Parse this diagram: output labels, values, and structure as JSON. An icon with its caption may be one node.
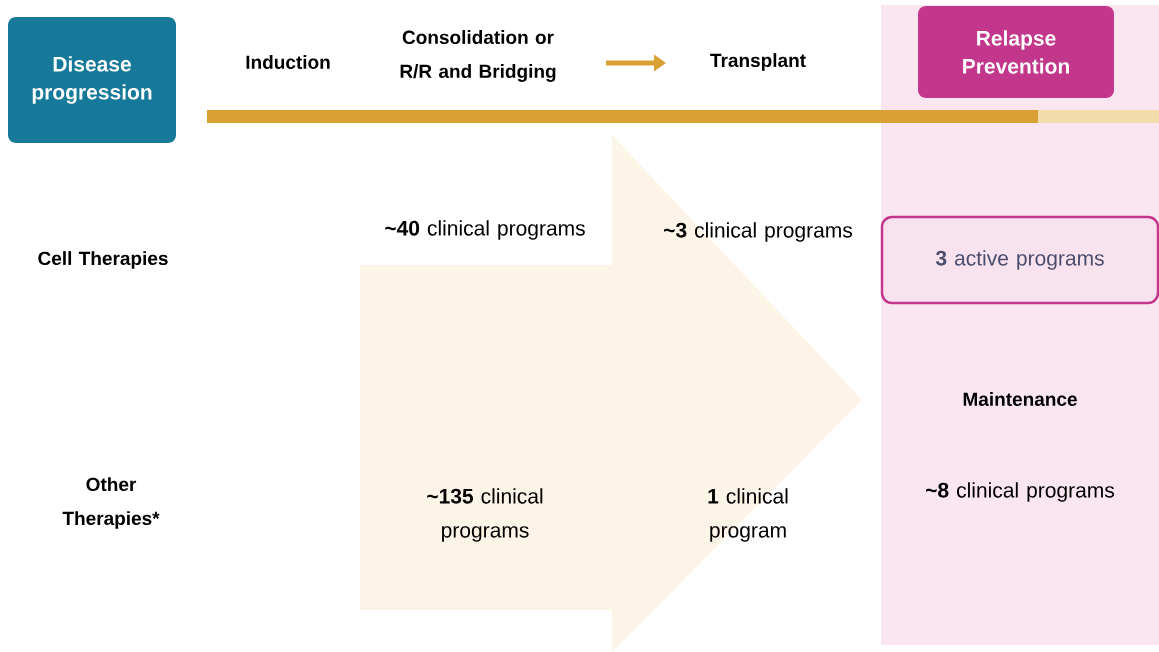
{
  "diagram": {
    "nodes": [
      {
        "text": [
          "Disease progression"
        ]
      },
      {
        "text": [
          "Maintenance",
          "**~8** clinical programs"
        ]
      },
      {
        "text": [
          "Relapse Prevention"
        ],
        "in": 1
      },
      {
        "text": [
          "**3** active programs"
        ],
        "in": 1
      }
    ],
    "labels": [
      "Induction",
      "Consolidation or R/R and Bridging",
      "Transplant",
      "Cell Therapies",
      "**~40** clinical programs",
      "**~3** clinical programs",
      "Other Therapies*",
      "**~135** clinical programs",
      "**1** clinical program"
    ]
  }
}
